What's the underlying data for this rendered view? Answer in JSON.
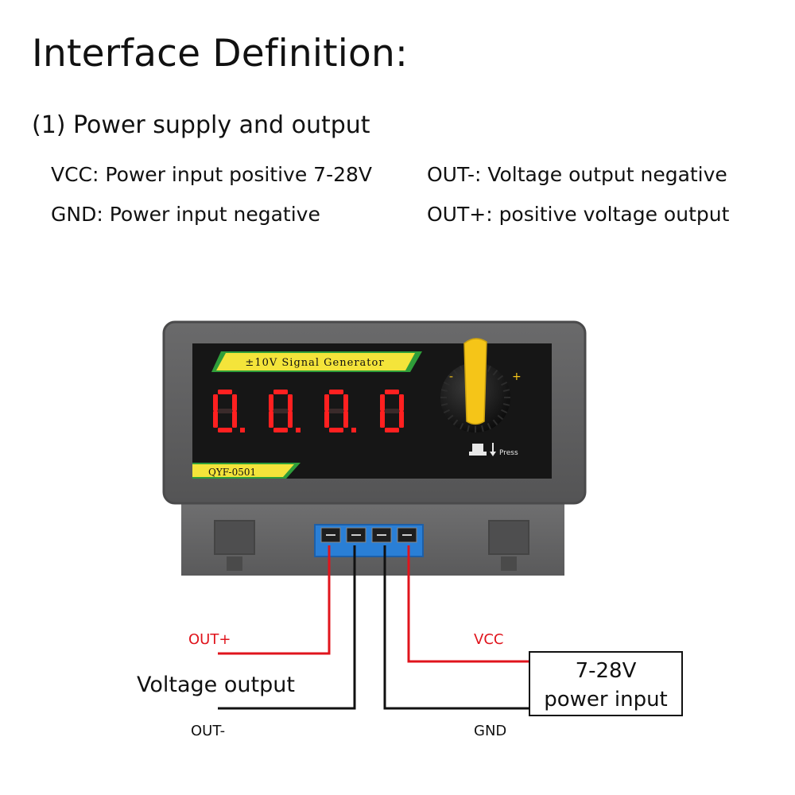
{
  "heading": "Interface Definition:",
  "section": "(1) Power supply and output",
  "definitions": {
    "vcc": "VCC: Power input positive 7-28V",
    "gnd": "GND: Power input negative",
    "out_minus": "OUT-: Voltage output negative",
    "out_plus": "OUT+: positive voltage output"
  },
  "device": {
    "banner": "±10V Signal Generator",
    "model": "QYF-0501",
    "display": "0.0.0.0",
    "knob_minus": "-",
    "knob_plus": "+",
    "press_label": "Press"
  },
  "wiring": {
    "out_plus": "OUT+",
    "voltage_output": "Voltage output",
    "out_minus": "OUT-",
    "vcc": "VCC",
    "gnd": "GND",
    "power_box_line1": "7-28V",
    "power_box_line2": "power input"
  },
  "colors": {
    "wire_red": "#e0141c",
    "wire_black": "#111111",
    "case_gray": "#5f5f60",
    "led_red": "#ff2020",
    "banner_yellow": "#f4e43a",
    "knob_yellow": "#f5c518",
    "terminal_blue": "#2a7fd6"
  }
}
